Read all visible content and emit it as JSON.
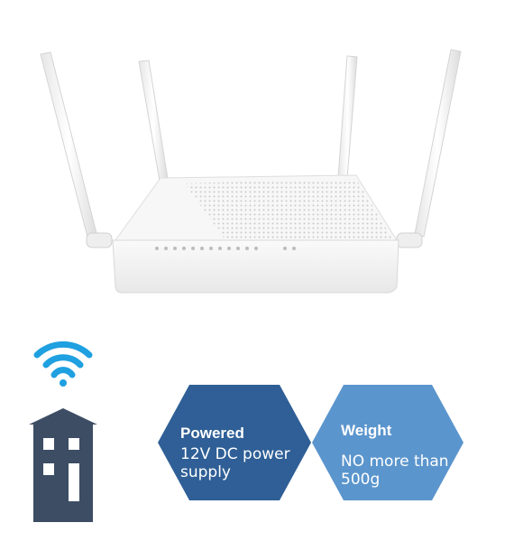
{
  "colors": {
    "hex_powered": "#2f5f96",
    "hex_weight": "#5b95cd",
    "wifi": "#1fa0e0",
    "building": "#3c4d64",
    "router_body": "#f3f3f3"
  },
  "icons": [
    "wifi-icon",
    "building-icon"
  ],
  "features": [
    {
      "title": "Powered",
      "lines": [
        "12V DC power",
        "supply"
      ]
    },
    {
      "title": "Weight",
      "lines": [
        "NO more than",
        "500g"
      ]
    }
  ]
}
